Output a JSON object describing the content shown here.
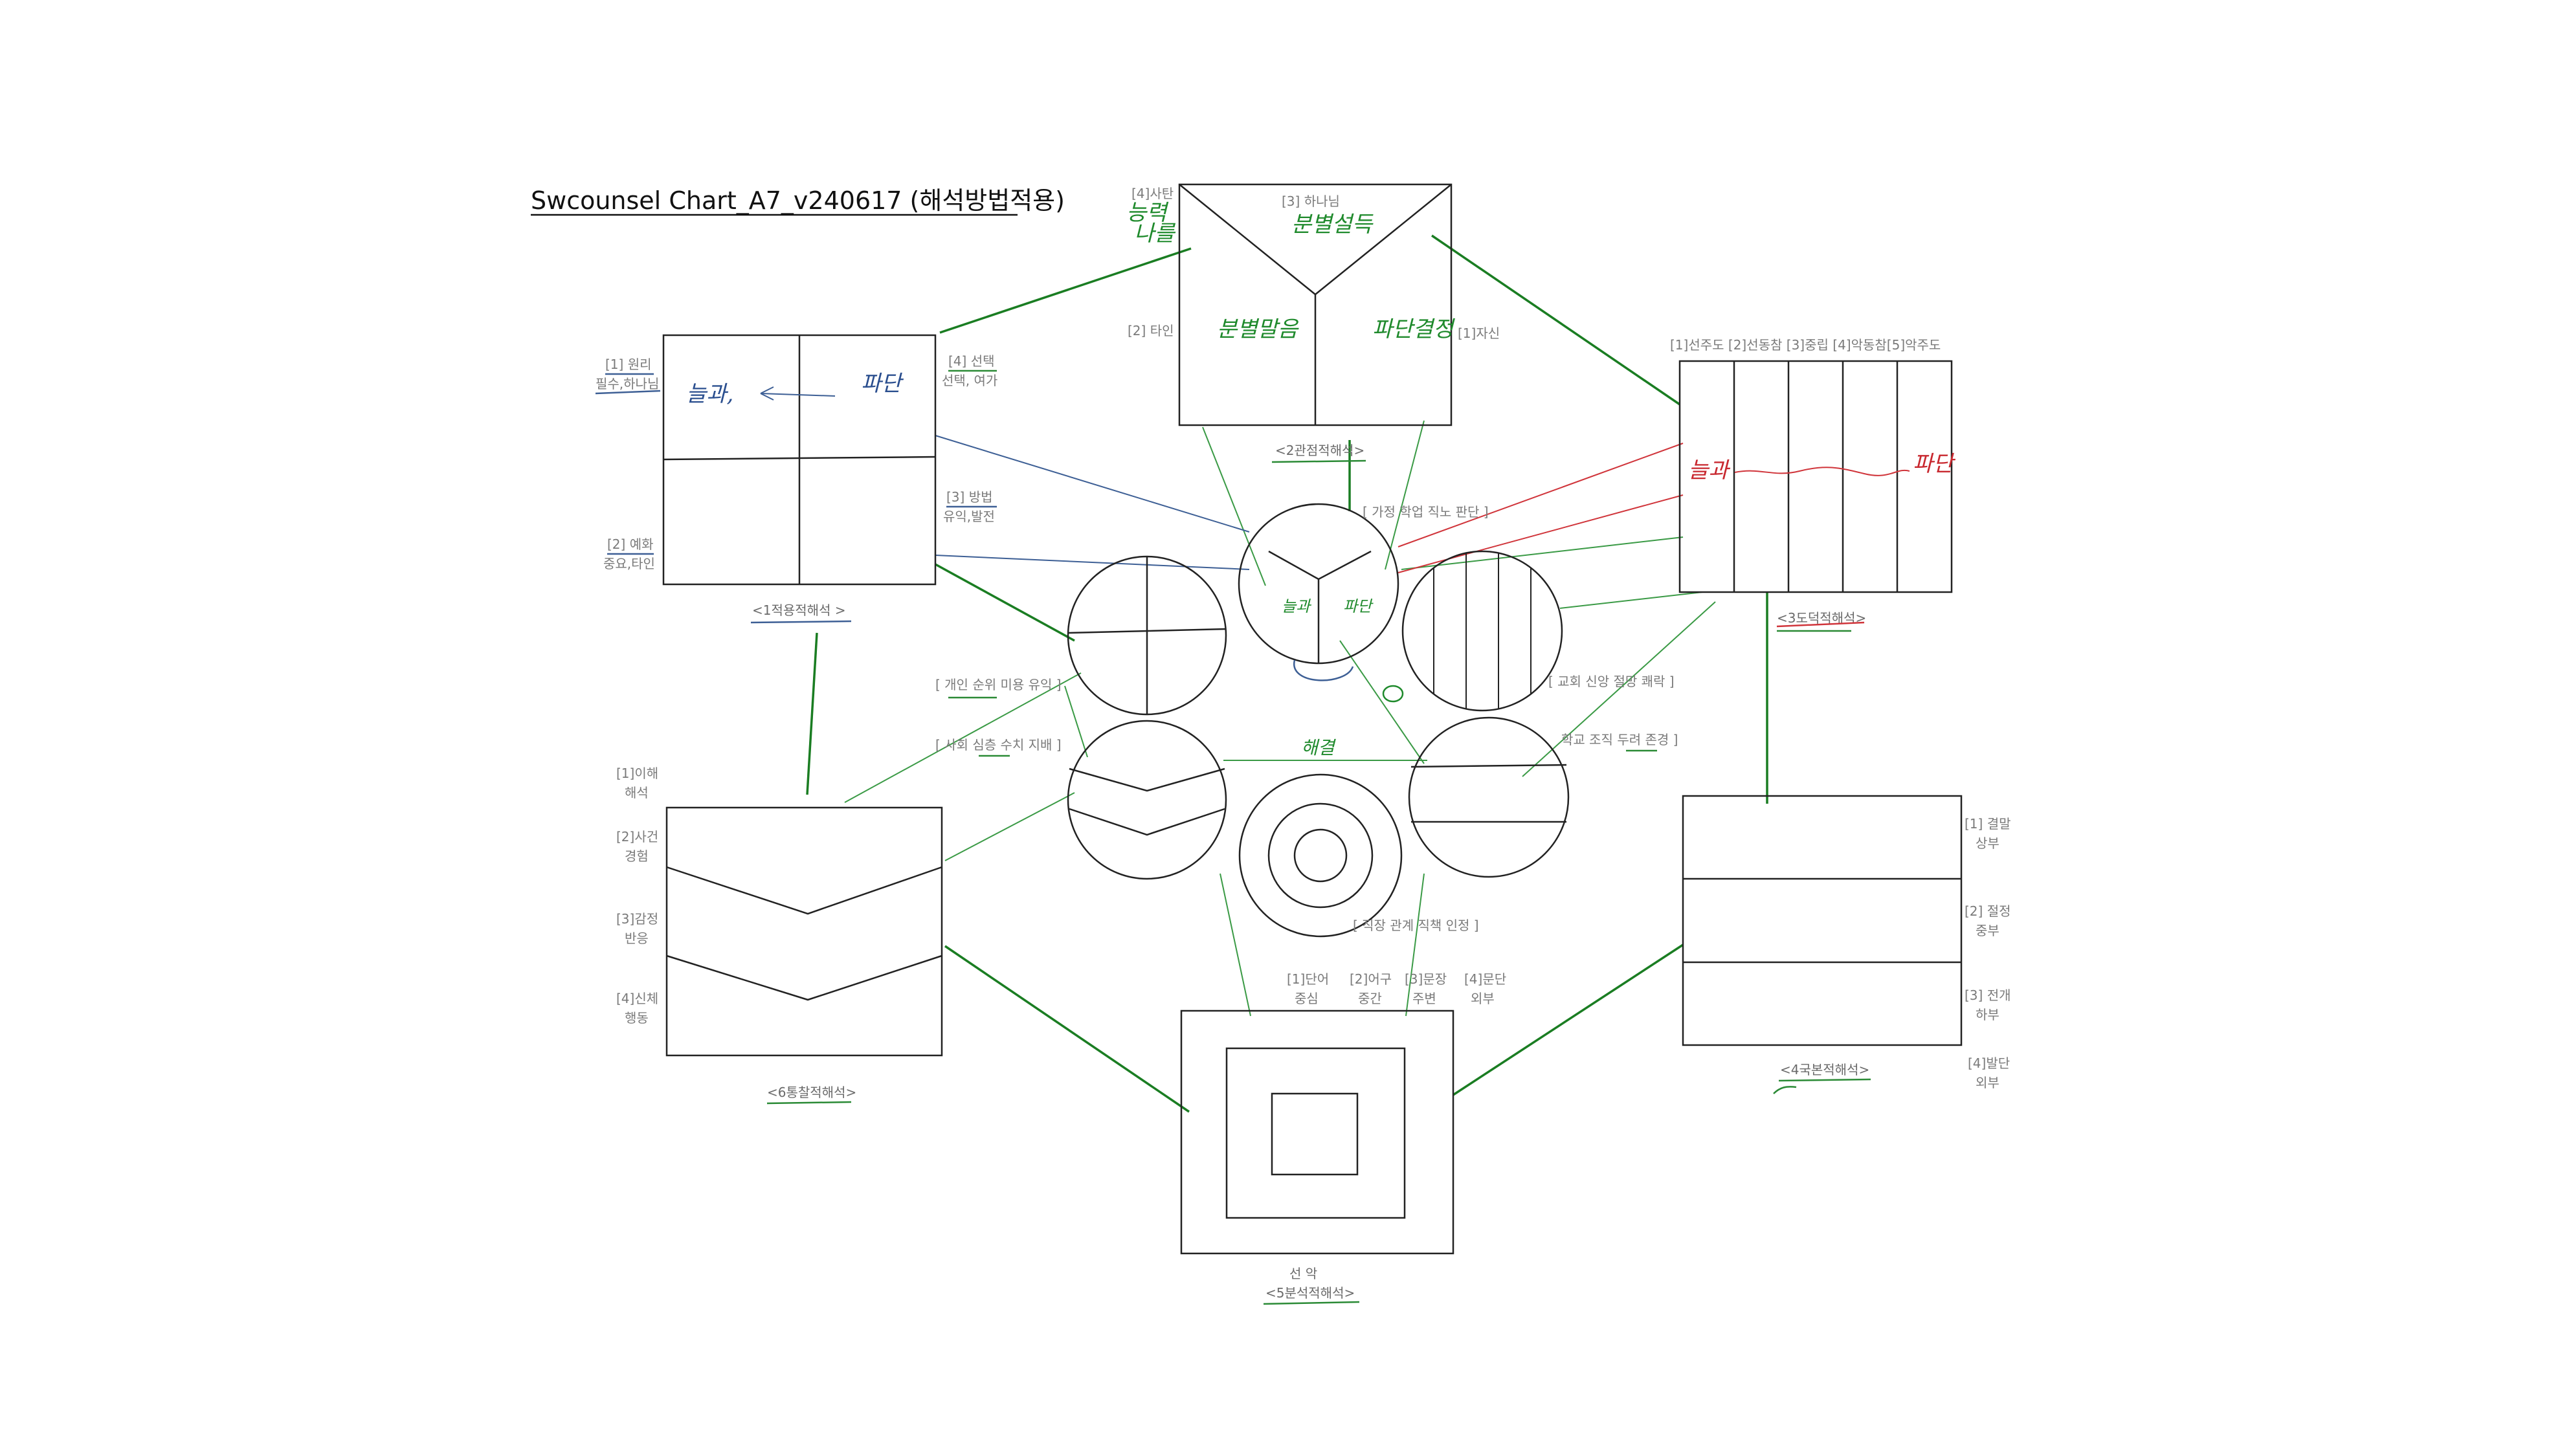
{
  "title": "Swcounsel Chart_A7_v240617 (해석방법적용)",
  "box1": {
    "caption": "<1적용적해석 >",
    "labels": [
      "[1] 원리",
      "필수,하나님",
      "[4] 선택",
      "선택, 여가",
      "[3] 방법",
      "유익,발전",
      "[2] 예화",
      "중요,타인"
    ],
    "hand_left": "늘과,",
    "hand_right": "파단"
  },
  "box2": {
    "caption": "<2관점적해석>",
    "labels": [
      "[4]사탄",
      "[3] 하나님",
      "[2] 타인",
      "[1]자신"
    ],
    "hand": [
      "능력",
      "나를",
      "분별설득",
      "분별말음",
      "파단결정"
    ]
  },
  "box3": {
    "caption": "<3도덕적해석>",
    "header": "[1]선주도 [2]선동참 [3]중립 [4]악동참[5]악주도",
    "hand_left": "늘과",
    "hand_right": "파단"
  },
  "box4": {
    "caption": "<4국본적해석>",
    "labels": [
      "[1] 결말",
      "상부",
      "[2] 절정",
      "중부",
      "[3] 전개",
      "하부",
      "[4]발단",
      "외부"
    ]
  },
  "box5": {
    "caption": "<5분석적해석>",
    "top_text": "선  악",
    "labels": [
      "[1]단어",
      "중심",
      "[2]어구",
      "중간",
      "[3]문장",
      "주변",
      "[4]문단",
      "외부"
    ]
  },
  "box6": {
    "caption": "<6통찰적해석>",
    "labels": [
      "[1]이해",
      "해석",
      "[2]사건",
      "경험",
      "[3]감정",
      "반응",
      "[4]신체",
      "행동"
    ]
  },
  "center": {
    "hand_top": [
      "늘과",
      "파단"
    ],
    "hand_mid": "해결",
    "label_tr": "[ 가정 학업 직노 판단 ]",
    "label_l1": "[ 개인 순위 미용 유익 ]",
    "label_l2": "[ 사회 심층 수치 지배 ]",
    "label_r1": "[ 교회 신앙 절망 쾌락 ]",
    "label_r2": "학교 조직 두려 존경 ]",
    "label_b": "[ 직장 관계 직책 인정 ]"
  }
}
